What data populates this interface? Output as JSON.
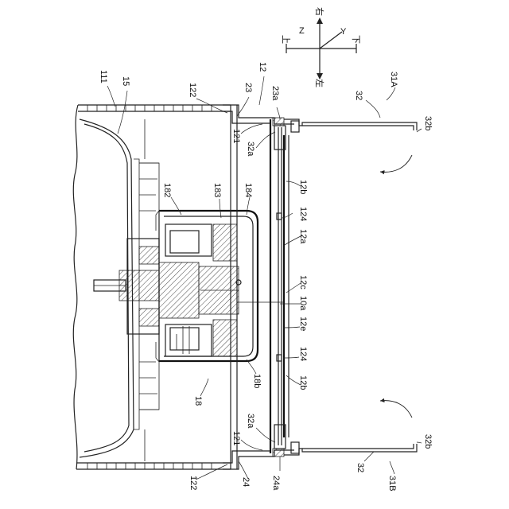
{
  "direction": {
    "z": "Z",
    "y": "Y",
    "right": "右",
    "left": "左",
    "up": "上",
    "down": "下"
  },
  "labels": {
    "l111": "111",
    "l15": "15",
    "l122_top": "122",
    "l23": "23",
    "l12": "12",
    "l23a": "23a",
    "l121_top": "121",
    "l32a_top": "32a",
    "l32_top": "32",
    "l31A": "31A",
    "l32b_top": "32b",
    "l182": "182",
    "l183": "183",
    "l184": "184",
    "l12b_top": "12b",
    "l124_top": "124",
    "l12a": "12a",
    "l12c": "12c",
    "l10a": "10a",
    "l12e": "12e",
    "l124_bot": "124",
    "l12b_bot": "12b",
    "l18b": "18b",
    "l18": "18",
    "l121_bot": "121",
    "l32a_bot": "32a",
    "l122_bot": "122",
    "l24": "24",
    "l24a": "24a",
    "l32_bot": "32",
    "l31B": "31B",
    "l32b_bot": "32b"
  }
}
